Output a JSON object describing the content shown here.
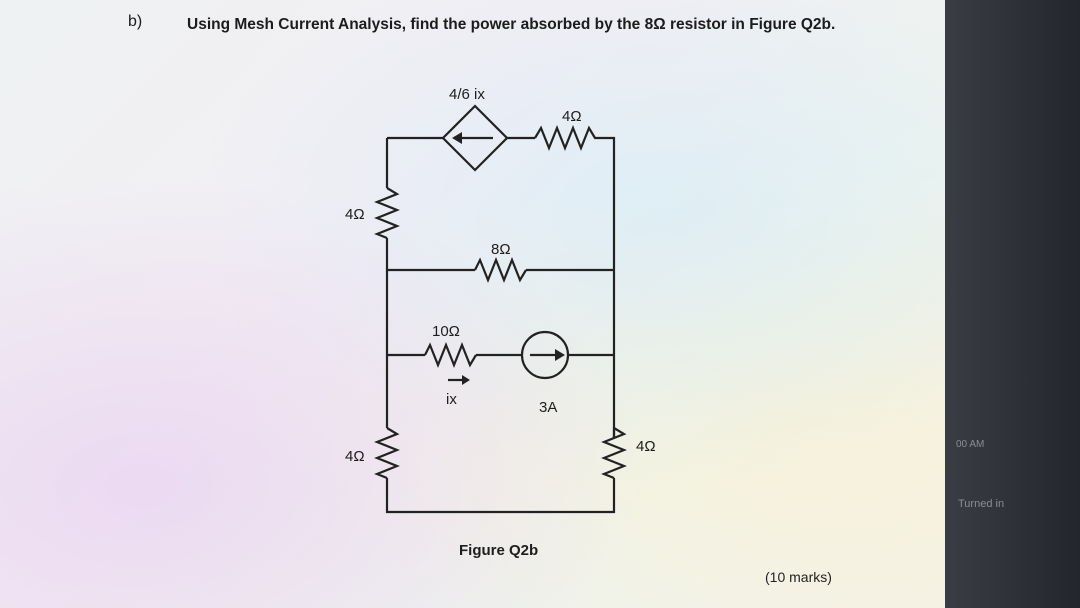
{
  "question": {
    "label": "b)",
    "text": "Using Mesh Current Analysis, find the power absorbed by the 8Ω resistor in Figure Q2b."
  },
  "circuit": {
    "dependent_source_label": "4/6 ix",
    "resistor_top": "4Ω",
    "resistor_left_top": "4Ω",
    "resistor_middle": "8Ω",
    "resistor_10": "10Ω",
    "current_label_ix": "ix",
    "current_source_label": "3A",
    "resistor_left_bottom": "4Ω",
    "resistor_right": "4Ω"
  },
  "figure_caption": "Figure Q2b",
  "marks": "(10 marks)",
  "side_panel": {
    "time": "00 AM",
    "status": "Turned in"
  }
}
